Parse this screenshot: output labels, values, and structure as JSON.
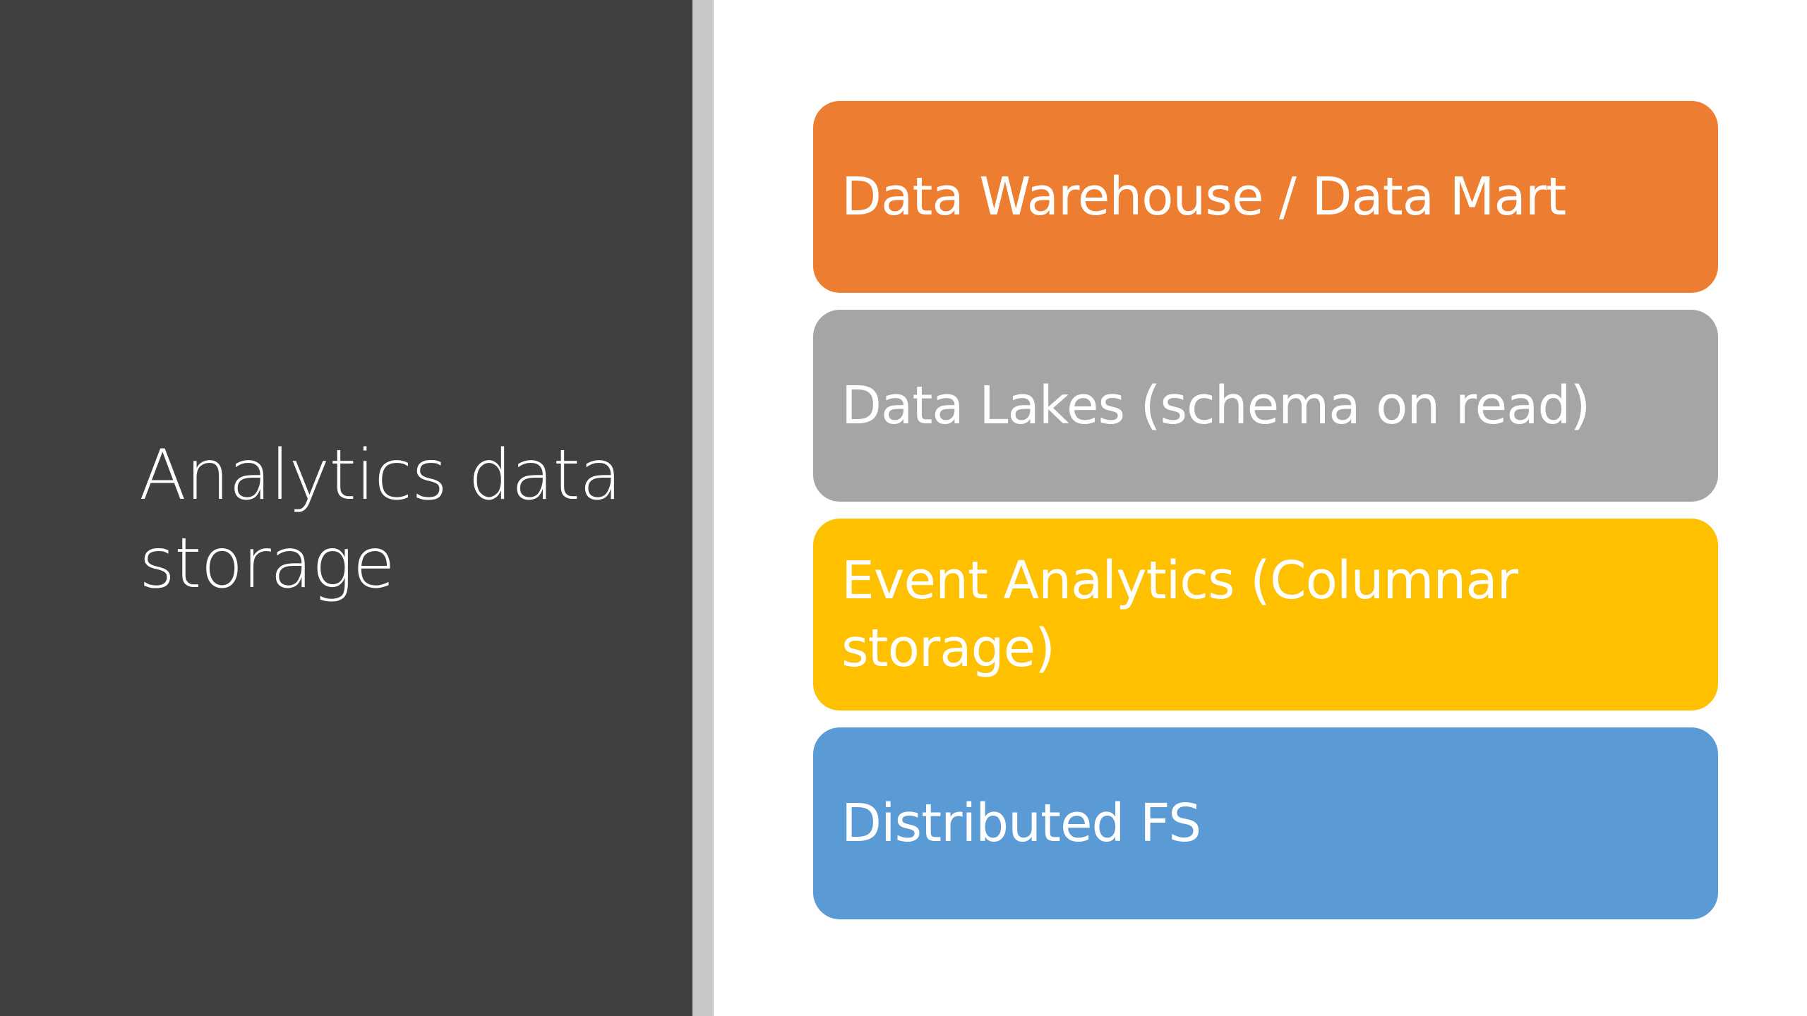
{
  "slide": {
    "title": "Analytics data storage",
    "panel_color": "#404040",
    "divider_color": "#c8c8c8"
  },
  "boxes": [
    {
      "label": "Data Warehouse / Data Mart",
      "color": "#ED7D31"
    },
    {
      "label": "Data Lakes (schema on read)",
      "color": "#A5A5A5"
    },
    {
      "label": "Event Analytics (Columnar storage)",
      "color": "#FFC000"
    },
    {
      "label": "Distributed FS",
      "color": "#5B9BD5"
    }
  ]
}
